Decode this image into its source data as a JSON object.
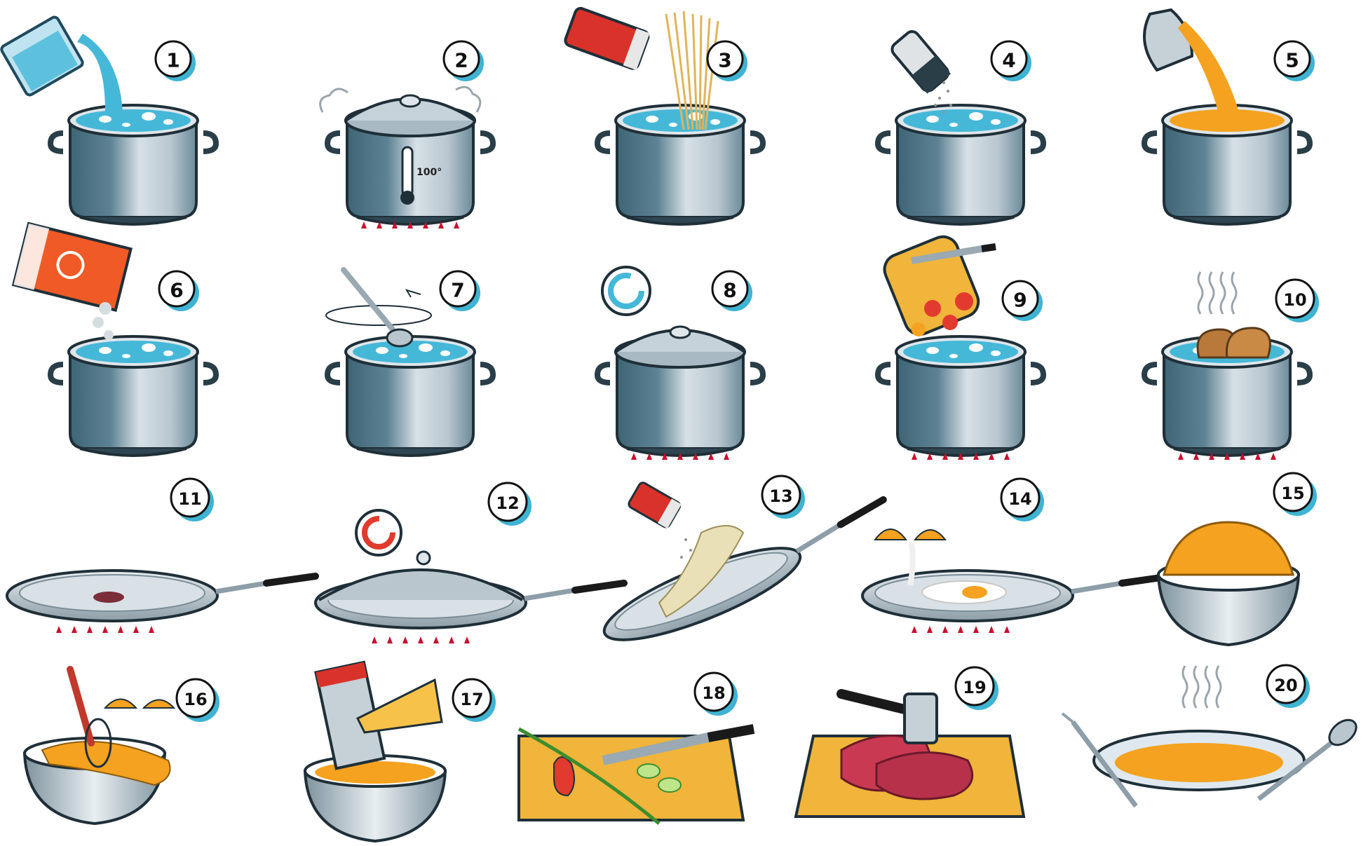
{
  "steps": [
    {
      "number": "1",
      "illustration": "pour-water-into-pot"
    },
    {
      "number": "2",
      "illustration": "boil-covered-pot"
    },
    {
      "number": "3",
      "illustration": "add-spaghetti"
    },
    {
      "number": "4",
      "illustration": "salt-water"
    },
    {
      "number": "5",
      "illustration": "add-grains"
    },
    {
      "number": "6",
      "illustration": "add-packet-seasoning"
    },
    {
      "number": "7",
      "illustration": "stir-pot"
    },
    {
      "number": "8",
      "illustration": "cover-and-wait"
    },
    {
      "number": "9",
      "illustration": "add-chopped-vegetables"
    },
    {
      "number": "10",
      "illustration": "boil-chicken"
    },
    {
      "number": "11",
      "illustration": "heat-empty-pan"
    },
    {
      "number": "12",
      "illustration": "cover-pan-timer"
    },
    {
      "number": "13",
      "illustration": "season-pan-food"
    },
    {
      "number": "14",
      "illustration": "fry-egg"
    },
    {
      "number": "15",
      "illustration": "mound-in-bowl"
    },
    {
      "number": "16",
      "illustration": "whisk-eggs"
    },
    {
      "number": "17",
      "illustration": "grate-cheese"
    },
    {
      "number": "18",
      "illustration": "chop-vegetables"
    },
    {
      "number": "19",
      "illustration": "tenderize-meat"
    },
    {
      "number": "20",
      "illustration": "serve-plate"
    }
  ],
  "thermometer_label": "100°",
  "colors": {
    "badge": "#3fb3d2",
    "water": "#45b8d8",
    "pot_dark": "#3e6576",
    "pot_light": "#c8d3da",
    "flame": "#c8102e",
    "orange": "#f4a21f",
    "board": "#f0b53a"
  }
}
